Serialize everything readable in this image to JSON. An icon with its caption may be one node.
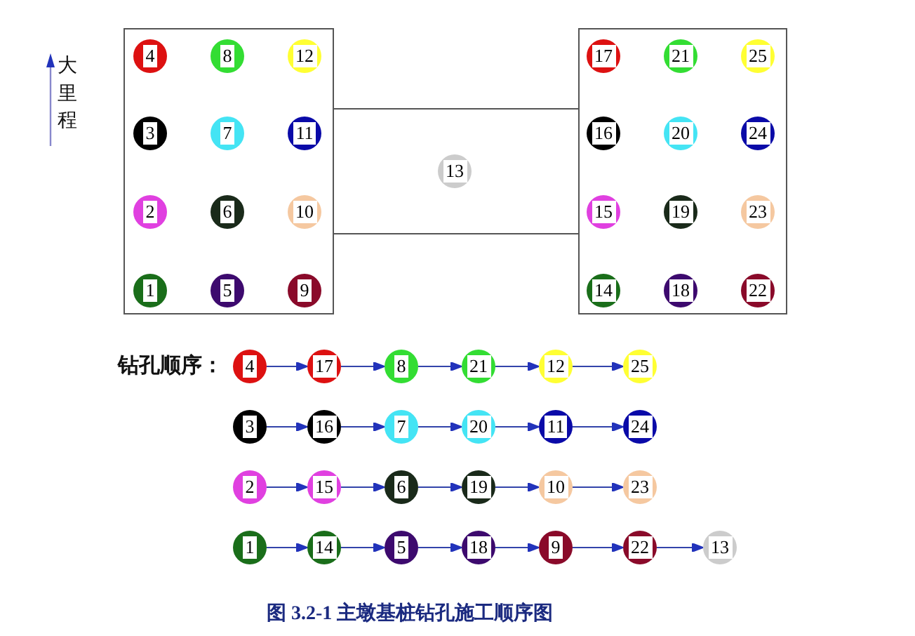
{
  "diagram": {
    "caption": "图 3.2-1  主墩基桩钻孔施工顺序图",
    "nodes": [
      {
        "text": [],
        "shape": "box"
      },
      {
        "text": [
          "4"
        ],
        "in": 0
      },
      {
        "text": [
          "8"
        ],
        "in": 0
      },
      {
        "text": [
          "12"
        ],
        "in": 0
      },
      {
        "text": [
          "3"
        ],
        "in": 0
      },
      {
        "text": [
          "7"
        ],
        "in": 0
      },
      {
        "text": [
          "11"
        ],
        "in": 0
      },
      {
        "text": [
          "2"
        ],
        "in": 0
      },
      {
        "text": [
          "6"
        ],
        "in": 0
      },
      {
        "text": [
          "10"
        ],
        "in": 0
      },
      {
        "text": [
          "1"
        ],
        "in": 0
      },
      {
        "text": [
          "5"
        ],
        "in": 0
      },
      {
        "text": [
          "9"
        ],
        "in": 0
      },
      {
        "text": [],
        "shape": "box"
      },
      {
        "text": [
          "13"
        ],
        "in": 13
      },
      {
        "text": [],
        "shape": "box"
      },
      {
        "text": [
          "17"
        ],
        "in": 15
      },
      {
        "text": [
          "21"
        ],
        "in": 15
      },
      {
        "text": [
          "25"
        ],
        "in": 15
      },
      {
        "text": [
          "16"
        ],
        "in": 15
      },
      {
        "text": [
          "20"
        ],
        "in": 15
      },
      {
        "text": [
          "24"
        ],
        "in": 15
      },
      {
        "text": [
          "15"
        ],
        "in": 15
      },
      {
        "text": [
          "19"
        ],
        "in": 15
      },
      {
        "text": [
          "23"
        ],
        "in": 15
      },
      {
        "text": [
          "14"
        ],
        "in": 15
      },
      {
        "text": [
          "18"
        ],
        "in": 15
      },
      {
        "text": [
          "22"
        ],
        "in": 15
      },
      {
        "text": [
          "4"
        ]
      },
      {
        "text": [
          "17"
        ]
      },
      {
        "text": [
          "8"
        ]
      },
      {
        "text": [
          "21"
        ]
      },
      {
        "text": [
          "12"
        ]
      },
      {
        "text": [
          "25"
        ]
      },
      {
        "text": [
          "3"
        ]
      },
      {
        "text": [
          "16"
        ]
      },
      {
        "text": [
          "7"
        ]
      },
      {
        "text": [
          "20"
        ]
      },
      {
        "text": [
          "11"
        ]
      },
      {
        "text": [
          "24"
        ]
      },
      {
        "text": [
          "2"
        ]
      },
      {
        "text": [
          "15"
        ]
      },
      {
        "text": [
          "6"
        ]
      },
      {
        "text": [
          "19"
        ]
      },
      {
        "text": [
          "10"
        ]
      },
      {
        "text": [
          "23"
        ]
      },
      {
        "text": [
          "1"
        ]
      },
      {
        "text": [
          "14"
        ]
      },
      {
        "text": [
          "5"
        ]
      },
      {
        "text": [
          "18"
        ]
      },
      {
        "text": [
          "9"
        ]
      },
      {
        "text": [
          "22"
        ]
      },
      {
        "text": [
          "13"
        ]
      }
    ],
    "edges": [
      {
        "from": 28,
        "to": 29,
        "arrow": "to"
      },
      {
        "from": 29,
        "to": 30,
        "arrow": "to"
      },
      {
        "from": 30,
        "to": 31,
        "arrow": "to"
      },
      {
        "from": 31,
        "to": 32,
        "arrow": "to"
      },
      {
        "from": 32,
        "to": 33,
        "arrow": "to"
      },
      {
        "from": 34,
        "to": 35,
        "arrow": "to"
      },
      {
        "from": 35,
        "to": 36,
        "arrow": "to"
      },
      {
        "from": 36,
        "to": 37,
        "arrow": "to"
      },
      {
        "from": 37,
        "to": 38,
        "arrow": "to"
      },
      {
        "from": 38,
        "to": 39,
        "arrow": "to"
      },
      {
        "from": 40,
        "to": 41,
        "arrow": "to"
      },
      {
        "from": 41,
        "to": 42,
        "arrow": "to"
      },
      {
        "from": 42,
        "to": 43,
        "arrow": "to"
      },
      {
        "from": 43,
        "to": 44,
        "arrow": "to"
      },
      {
        "from": 44,
        "to": 45,
        "arrow": "to"
      },
      {
        "from": 46,
        "to": 47,
        "arrow": "to"
      },
      {
        "from": 47,
        "to": 48,
        "arrow": "to"
      },
      {
        "from": 48,
        "to": 49,
        "arrow": "to"
      },
      {
        "from": 49,
        "to": 50,
        "arrow": "to"
      },
      {
        "from": 50,
        "to": 51,
        "arrow": "to"
      },
      {
        "from": 51,
        "to": 52,
        "arrow": "to"
      }
    ],
    "labels": [
      "大里程",
      "钻孔顺序："
    ]
  }
}
